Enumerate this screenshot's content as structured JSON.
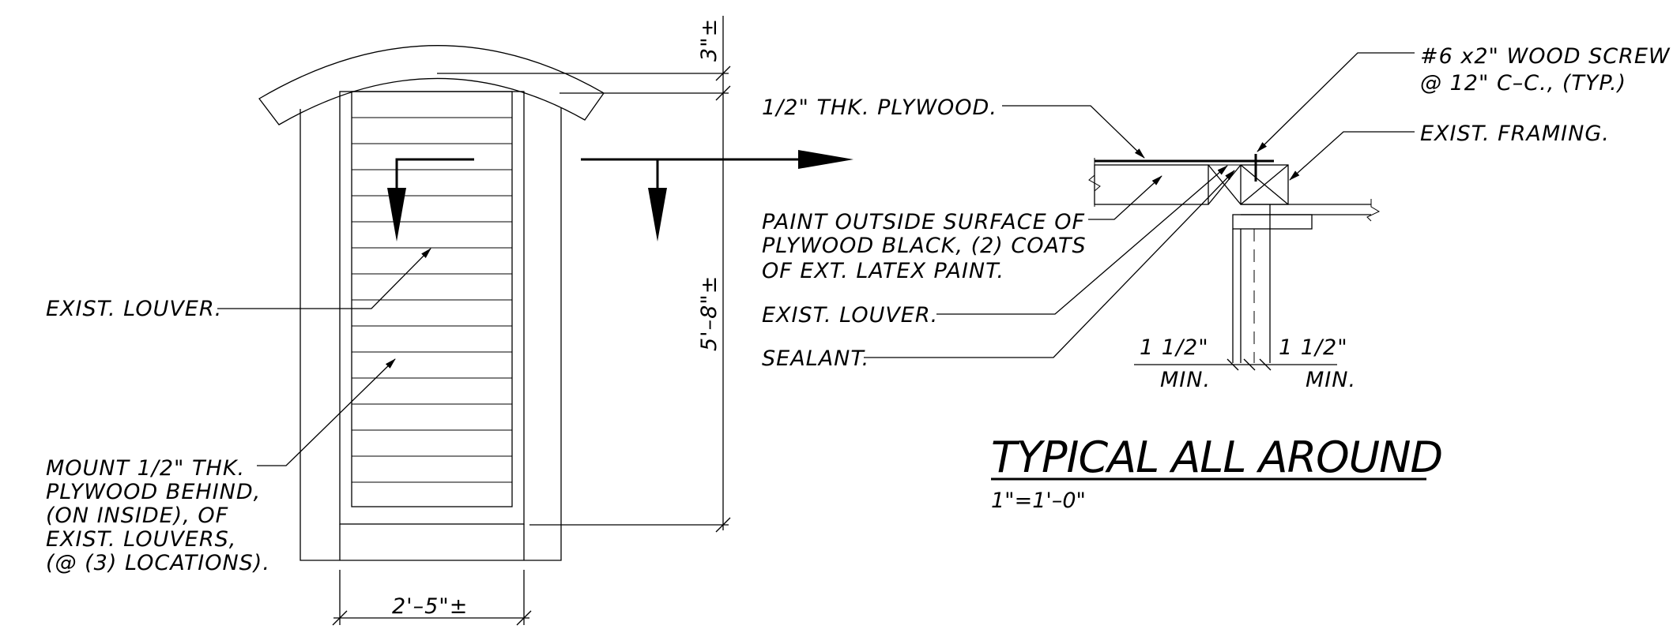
{
  "labels": {
    "louver_left": "EXIST.  LOUVER.",
    "mount_lines": [
      "MOUNT  1/2\"  THK.",
      "PLYWOOD  BEHIND,",
      "(ON  INSIDE),  OF",
      "EXIST.  LOUVERS,",
      "(@  (3)  LOCATIONS)."
    ],
    "dim_width": "2'–5\"±",
    "dim_height": "5'–8\"±",
    "dim_top": "3\"±",
    "plywood": "1/2\"  THK.  PLYWOOD.",
    "screw_lines": [
      "#6  x2\"  WOOD  SCREW",
      "@  12\"  C–C.,  (TYP.)"
    ],
    "framing": "EXIST.  FRAMING.",
    "paint_lines": [
      "PAINT  OUTSIDE  SURFACE  OF",
      "PLYWOOD  BLACK,  (2)  COATS",
      "OF  EXT.  LATEX  PAINT."
    ],
    "louver_right": "EXIST.  LOUVER.",
    "sealant": "SEALANT.",
    "dim_left_top": "1  1/2\"",
    "dim_left_bottom": "MIN.",
    "dim_right_top": "1  1/2\"",
    "dim_right_bottom": "MIN."
  },
  "title": "TYPICAL ALL AROUND",
  "scale": "1\"=1'–0\""
}
